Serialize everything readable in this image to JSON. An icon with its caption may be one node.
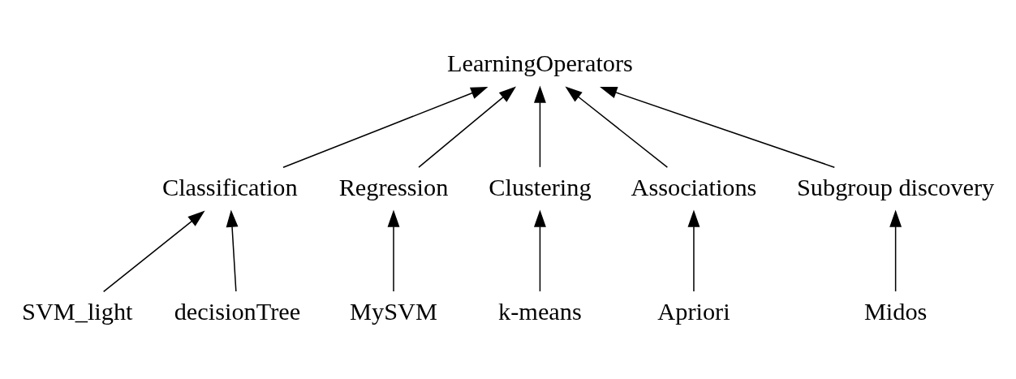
{
  "diagram": {
    "nodes": [
      {
        "text": [
          "LearningOperators"
        ]
      },
      {
        "text": [
          "Classification"
        ]
      },
      {
        "text": [
          "Regression"
        ]
      },
      {
        "text": [
          "Clustering"
        ]
      },
      {
        "text": [
          "Associations"
        ]
      },
      {
        "text": [
          "Subgroup discovery"
        ]
      },
      {
        "text": [
          "SVM_light"
        ]
      },
      {
        "text": [
          "decisionTree"
        ]
      },
      {
        "text": [
          "MySVM"
        ]
      },
      {
        "text": [
          "k-means"
        ]
      },
      {
        "text": [
          "Apriori"
        ]
      },
      {
        "text": [
          "Midos"
        ]
      }
    ],
    "edges": [
      {
        "from": 1,
        "to": 0,
        "arrow": "to"
      },
      {
        "from": 2,
        "to": 0,
        "arrow": "to"
      },
      {
        "from": 3,
        "to": 0,
        "arrow": "to"
      },
      {
        "from": 4,
        "to": 0,
        "arrow": "to"
      },
      {
        "from": 5,
        "to": 0,
        "arrow": "to"
      },
      {
        "from": 6,
        "to": 1,
        "arrow": "to"
      },
      {
        "from": 7,
        "to": 1,
        "arrow": "to"
      },
      {
        "from": 8,
        "to": 2,
        "arrow": "to"
      },
      {
        "from": 9,
        "to": 3,
        "arrow": "to"
      },
      {
        "from": 10,
        "to": 4,
        "arrow": "to"
      },
      {
        "from": 11,
        "to": 5,
        "arrow": "to"
      }
    ]
  }
}
